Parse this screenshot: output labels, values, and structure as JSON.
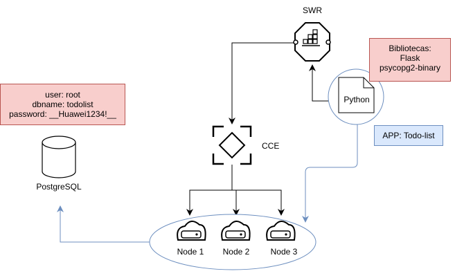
{
  "swr": {
    "label": "SWR"
  },
  "cce": {
    "label": "CCE"
  },
  "python": {
    "label": "Python"
  },
  "postgres": {
    "label": "PostgreSQL"
  },
  "libraries_note": {
    "lines": [
      "Bibliotecas:",
      "Flask",
      "psycopg2-binary"
    ]
  },
  "db_note": {
    "lines": [
      "user: root",
      "dbname: todolist",
      "password: __Huawei1234!__"
    ]
  },
  "app_note": {
    "label": "APP: Todo-list"
  },
  "nodes": [
    {
      "label": "Node 1"
    },
    {
      "label": "Node 2"
    },
    {
      "label": "Node 3"
    }
  ],
  "colors": {
    "pink_fill": "#f8cecc",
    "pink_border": "#b85450",
    "blue_fill": "#dae8fc",
    "blue_border": "#6c8ebf",
    "blue_line": "#6c8ebf"
  }
}
